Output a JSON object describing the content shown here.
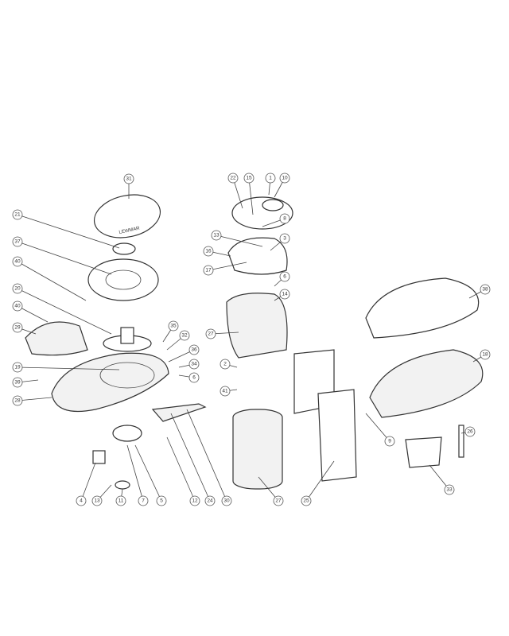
{
  "diagram": {
    "title": "Windlass exploded parts diagram",
    "cover_text": "LEWMAR",
    "callouts": [
      "31",
      "21",
      "37",
      "40",
      "20",
      "40",
      "29",
      "19",
      "39",
      "28",
      "35",
      "32",
      "36",
      "34",
      "6",
      "22",
      "15",
      "1",
      "10",
      "8",
      "13",
      "3",
      "16",
      "17",
      "6",
      "14",
      "27",
      "2",
      "41",
      "38",
      "18",
      "9",
      "26",
      "33",
      "4",
      "13",
      "11",
      "7",
      "5",
      "12",
      "24",
      "30",
      "27",
      "25"
    ]
  }
}
